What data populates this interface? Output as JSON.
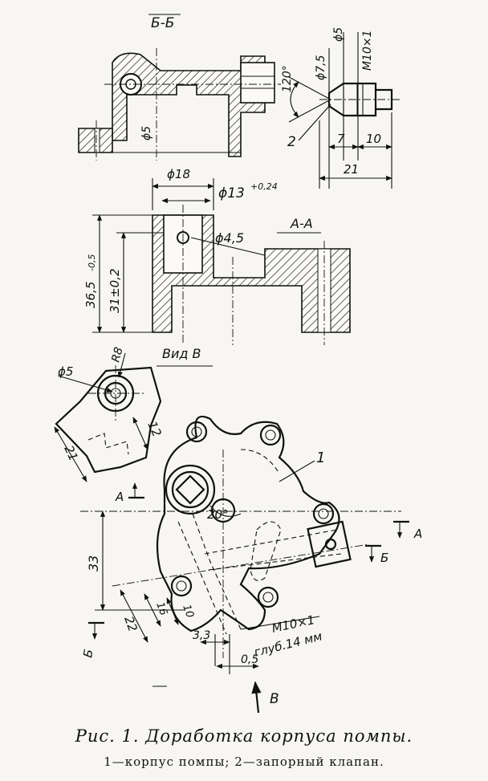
{
  "views": {
    "section_bb": "Б-Б",
    "section_aa": "А-А",
    "view_b": "Вид В"
  },
  "dimensions": {
    "d5_top": "ϕ5",
    "d5_bolt": "ϕ5",
    "d75": "ϕ7,5",
    "m10x1": "M10×1",
    "angle120": "120°",
    "len7": "7",
    "len10": "10",
    "len21_bolt": "21",
    "d18": "ϕ18",
    "d13": "ϕ13",
    "d13_tol": "+0,24",
    "d45": "ϕ4,5",
    "h365": "36,5",
    "h365_tol": "-0,5",
    "h31": "31±0,2",
    "r8": "R8",
    "d5_viewb": "ϕ5",
    "len21_viewb": "21",
    "len12": "12",
    "angle20": "20°",
    "h33": "33",
    "len22": "22",
    "len16": "16",
    "len10_main": "10",
    "thread": "M10×1",
    "depth": "глуб.14 мм",
    "len33": "3,3",
    "len05": "0,5"
  },
  "markers": {
    "part1": "1",
    "part2": "2",
    "cut_a_left": "А",
    "cut_a_right": "А",
    "cut_b_left": "Б",
    "cut_b_right": "Б",
    "arrow_b": "В"
  },
  "caption": {
    "title": "Рис. 1. Доработка корпуса помпы.",
    "legend": "1—корпус помпы; 2—запорный клапан."
  }
}
